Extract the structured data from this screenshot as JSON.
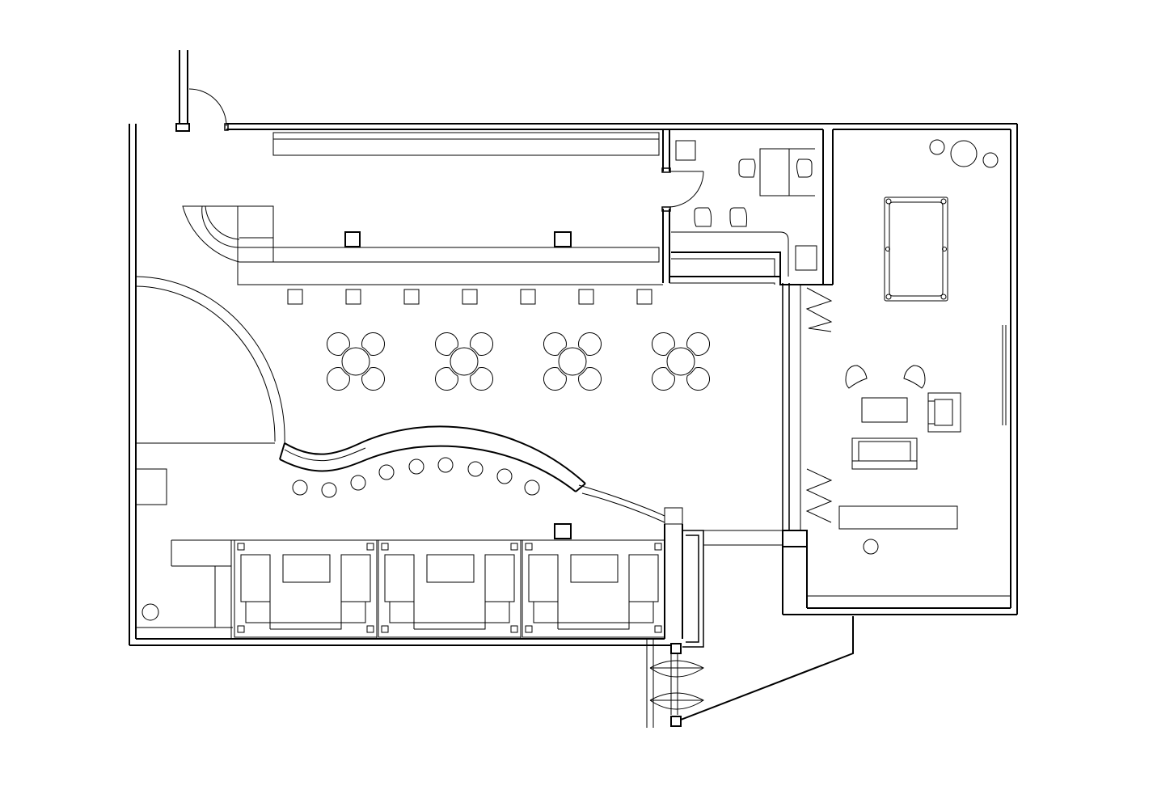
{
  "drawing": {
    "kind": "architectural floor plan",
    "line_color": "#000000",
    "background": "#ffffff"
  },
  "rooms": [
    {
      "name": "bar-lounge",
      "furniture": [
        "bar-counter",
        "bar-stools",
        "round-tables-with-chairs",
        "curved-counter",
        "booth-seating"
      ]
    },
    {
      "name": "office",
      "furniture": [
        "desk",
        "chairs",
        "cabinet"
      ]
    },
    {
      "name": "billiard-room",
      "furniture": [
        "billiard-table",
        "armchairs",
        "coffee-table",
        "sofa",
        "sideboard",
        "plants"
      ]
    },
    {
      "name": "entrance-vestibule",
      "furniture": [
        "double-swing-doors"
      ]
    }
  ],
  "counts": {
    "bar_stools": 7,
    "round_tables": 4,
    "chairs_per_table": 4,
    "curved_counter_stools": 9,
    "booths": 3
  }
}
